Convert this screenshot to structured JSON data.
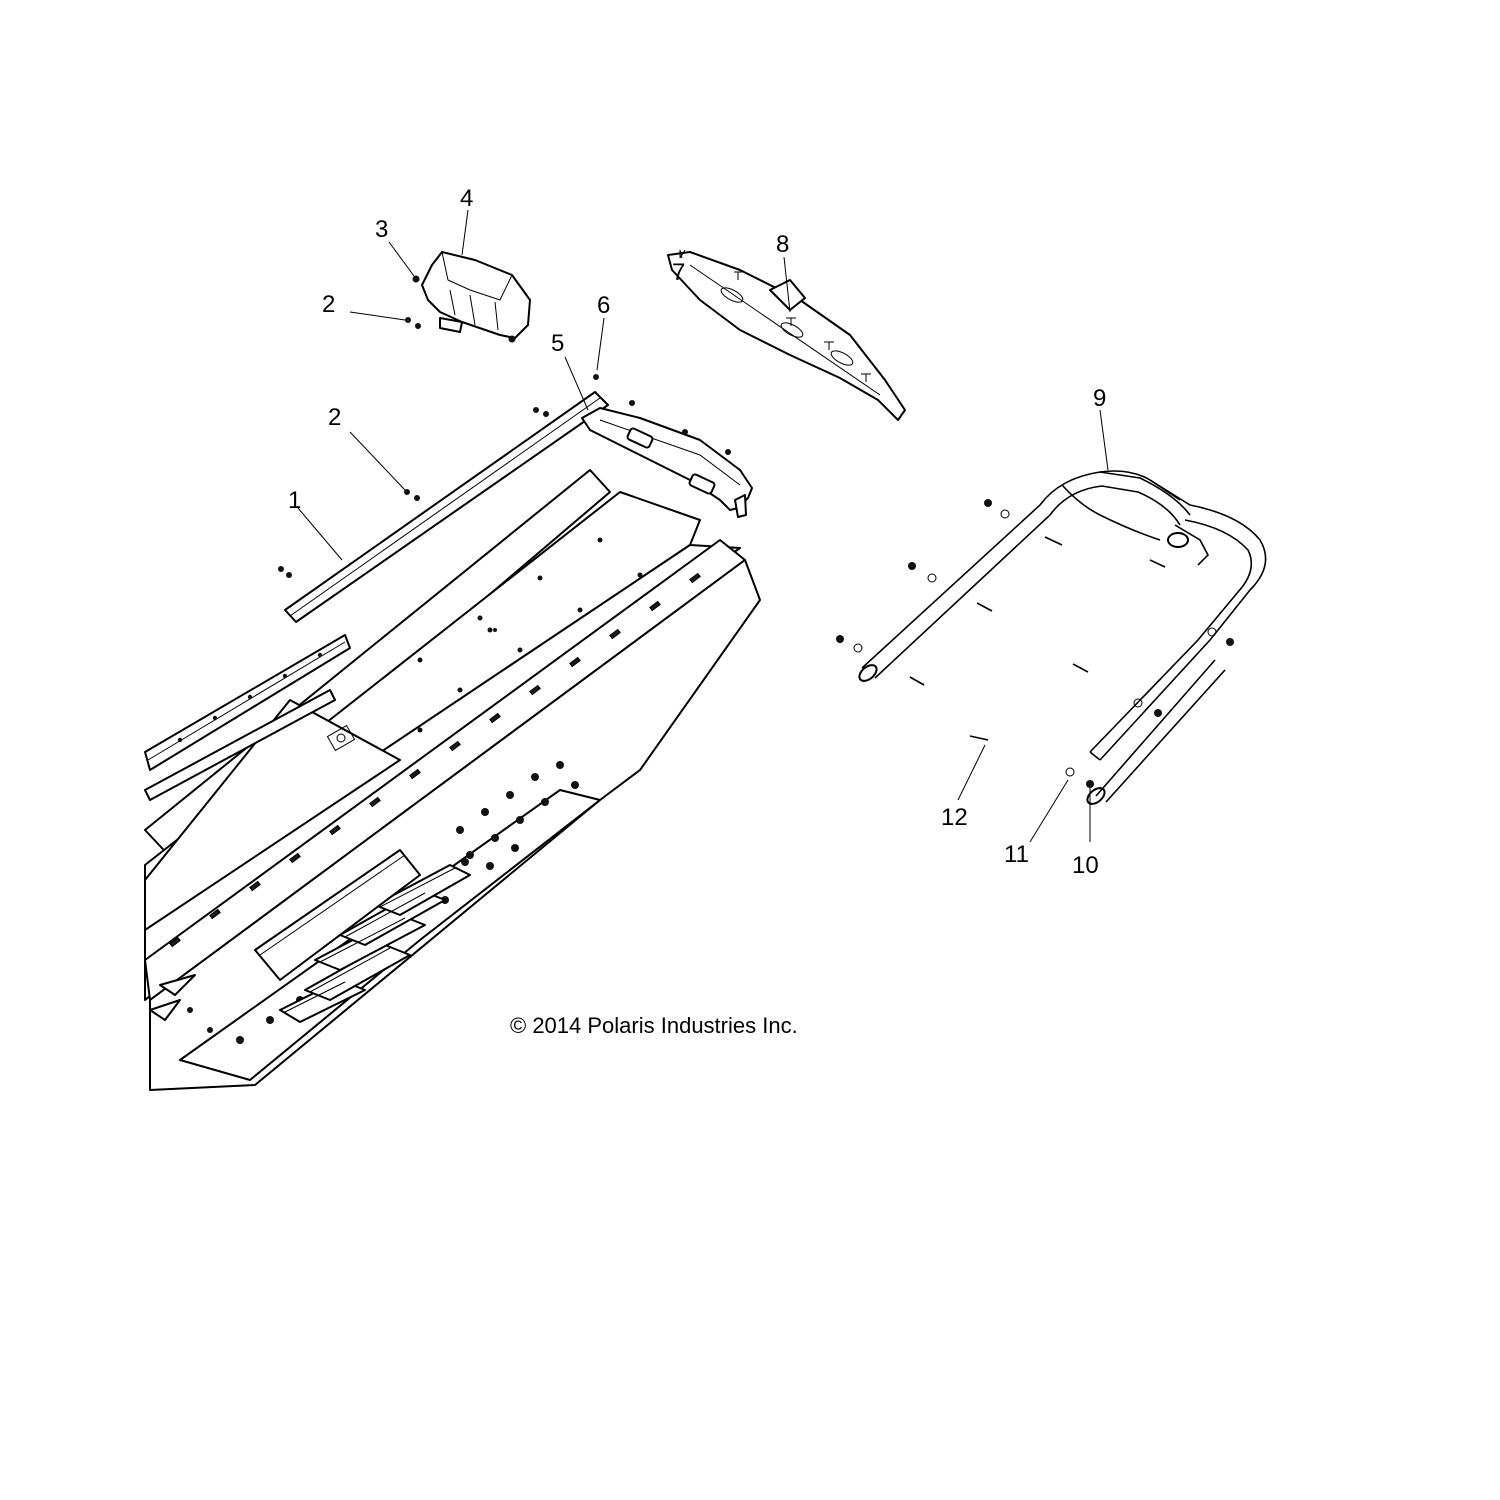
{
  "callouts": [
    {
      "id": "1",
      "label": "1"
    },
    {
      "id": "2a",
      "label": "2"
    },
    {
      "id": "2b",
      "label": "2"
    },
    {
      "id": "3",
      "label": "3"
    },
    {
      "id": "4",
      "label": "4"
    },
    {
      "id": "5",
      "label": "5"
    },
    {
      "id": "6",
      "label": "6"
    },
    {
      "id": "7",
      "label": "7"
    },
    {
      "id": "8",
      "label": "8"
    },
    {
      "id": "9",
      "label": "9"
    },
    {
      "id": "10",
      "label": "10"
    },
    {
      "id": "11",
      "label": "11"
    },
    {
      "id": "12",
      "label": "12"
    }
  ],
  "copyright": "© 2014 Polaris Industries Inc."
}
